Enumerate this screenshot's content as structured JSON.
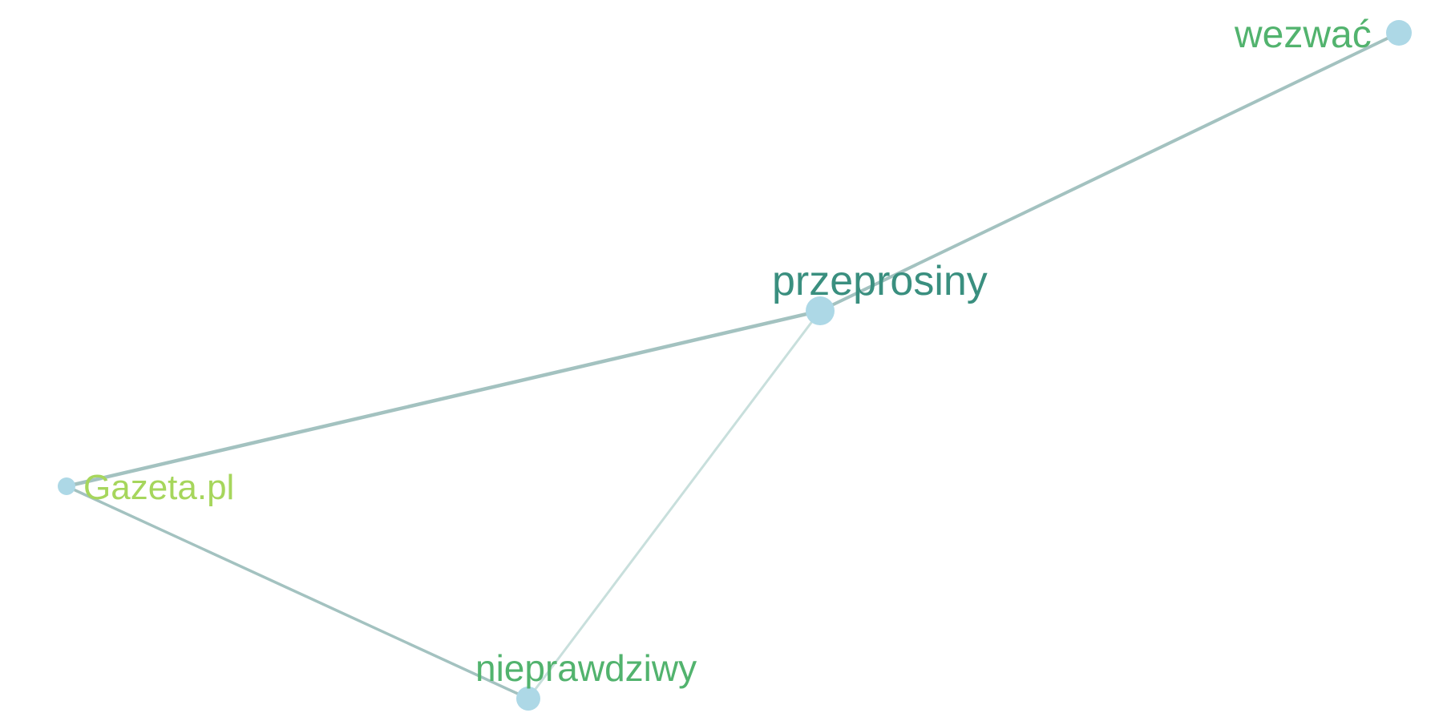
{
  "graph": {
    "nodes": [
      {
        "id": "przeprosiny",
        "label": "przeprosiny",
        "color": "#3a8f7f"
      },
      {
        "id": "wezwac",
        "label": "wezwać",
        "color": "#52b36e"
      },
      {
        "id": "gazeta",
        "label": "Gazeta.pl",
        "color": "#a6d65c"
      },
      {
        "id": "nieprawdziwy",
        "label": "nieprawdziwy",
        "color": "#52b36e"
      }
    ],
    "edges": [
      {
        "from": "przeprosiny",
        "to": "wezwac",
        "strength": "strong"
      },
      {
        "from": "przeprosiny",
        "to": "gazeta",
        "strength": "strong"
      },
      {
        "from": "przeprosiny",
        "to": "nieprawdziwy",
        "strength": "weak"
      },
      {
        "from": "gazeta",
        "to": "nieprawdziwy",
        "strength": "strong"
      }
    ],
    "node_color": "#add8e6",
    "edge_color": "#a3c2c0",
    "edge_color_weak": "#c8dfdc"
  }
}
